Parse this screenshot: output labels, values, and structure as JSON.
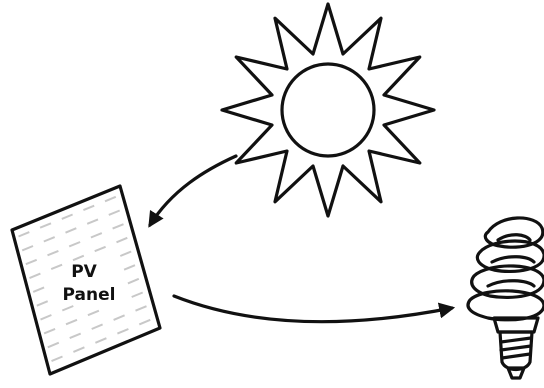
{
  "diagram": {
    "panel_label_line1": "PV",
    "panel_label_line2": "Panel",
    "colors": {
      "stroke": "#111111",
      "panel_dash": "#c8c8c8",
      "background": "#ffffff"
    },
    "icons": [
      "sun-icon",
      "pv-panel-icon",
      "cfl-bulb-icon",
      "arrow-sun-to-panel",
      "arrow-panel-to-bulb"
    ]
  }
}
